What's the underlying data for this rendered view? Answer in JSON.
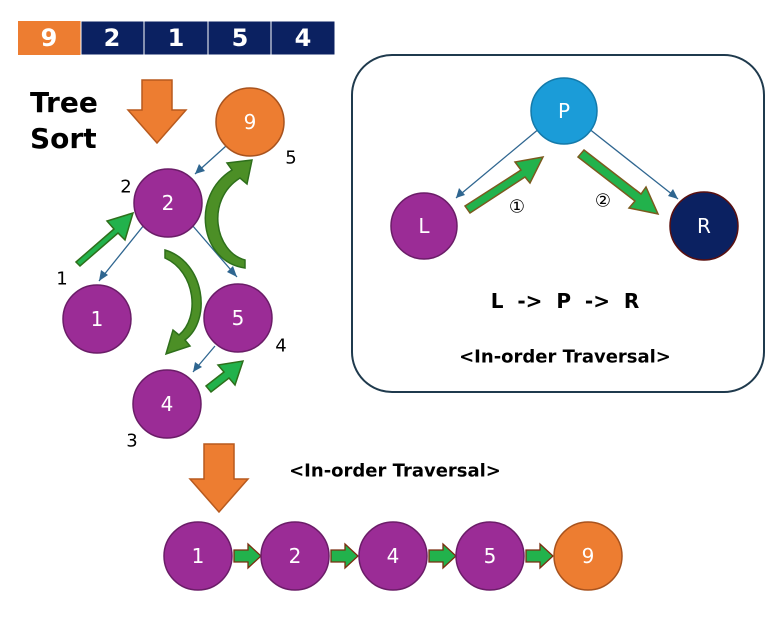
{
  "colors": {
    "orange": "#ED7D31",
    "navy": "#0B2161",
    "purple": "#9B2C96",
    "blue": "#1B9CD8",
    "green": "#22B24C",
    "dark_green": "#3E7D1E",
    "edge": "#2F6690"
  },
  "array": [
    "9",
    "2",
    "1",
    "5",
    "4"
  ],
  "title_line1": "Tree",
  "title_line2": "Sort",
  "tree": {
    "nodes": {
      "n9": "9",
      "n2": "2",
      "n1": "1",
      "n5": "5",
      "n4": "4"
    },
    "order_labels": {
      "o9": "5",
      "o2": "2",
      "o1": "1",
      "o5": "4",
      "o4": "3"
    }
  },
  "legend": {
    "parent": "P",
    "left": "L",
    "right": "R",
    "step1": "①",
    "step2": "②",
    "formula": "L  ->  P  ->  R",
    "caption": "<In-order Traversal>"
  },
  "result_caption": "<In-order Traversal>",
  "result": [
    "1",
    "2",
    "4",
    "5",
    "9"
  ]
}
